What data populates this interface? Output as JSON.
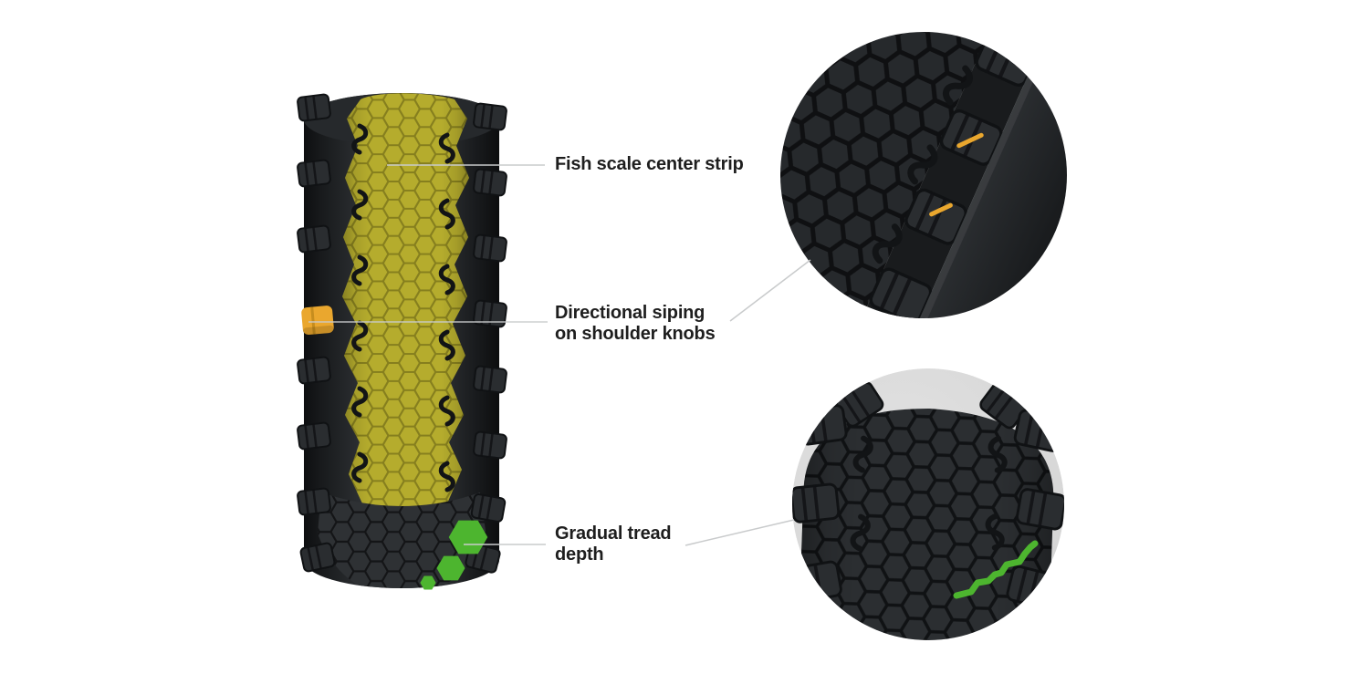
{
  "figure": {
    "type": "product-feature-diagram",
    "subject": "bicycle-tire-tread",
    "callouts": [
      {
        "id": "fish-scale-center-strip",
        "lines": [
          "Fish scale center strip"
        ]
      },
      {
        "id": "directional-siping-on-shoulder-knobs",
        "lines": [
          "Directional siping",
          "on shoulder knobs"
        ]
      },
      {
        "id": "gradual-tread-depth",
        "lines": [
          "Gradual tread",
          "depth"
        ]
      }
    ]
  },
  "colors": {
    "highlight-yellow": "#b5ac2d",
    "highlight-yellow-line": "#867f1e",
    "highlight-orange": "#eaa72e",
    "highlight-green": "#4db52f",
    "leader-line": "#c9cbcc",
    "label-text": "#1e1e1e",
    "inset-bg": "#d8d8d8"
  }
}
